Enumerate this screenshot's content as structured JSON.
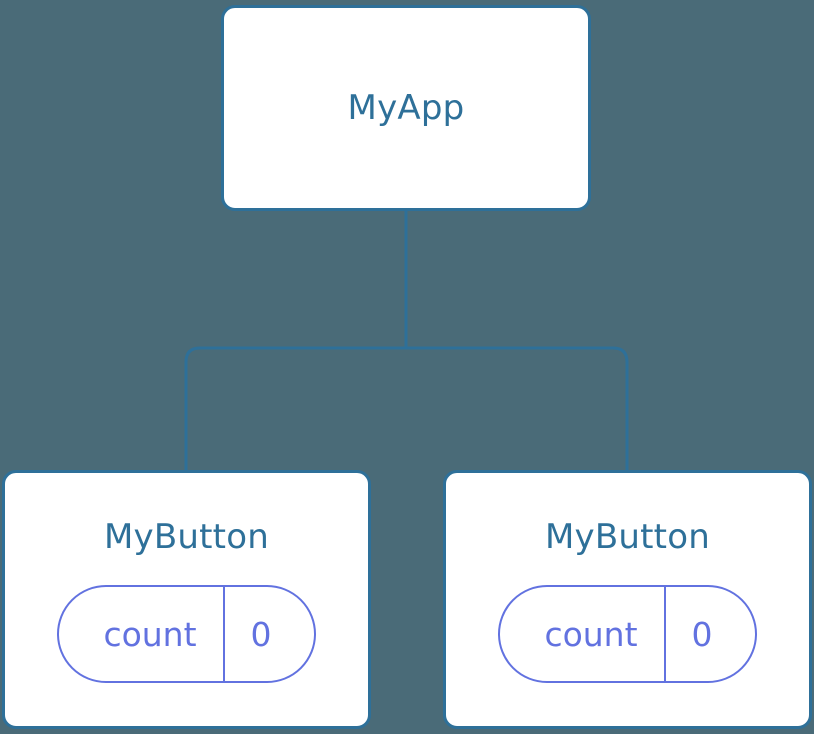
{
  "diagram": {
    "type": "component-tree",
    "background_color": "#4a6b78",
    "edge_color": "#2e7099",
    "node_border_color": "#2e7099",
    "node_fill_color": "#ffffff",
    "title_color": "#2e7099",
    "pill_color": "#6272e0"
  },
  "root": {
    "name": "MyApp"
  },
  "children": [
    {
      "name": "MyButton",
      "state": {
        "key": "count",
        "value": "0"
      }
    },
    {
      "name": "MyButton",
      "state": {
        "key": "count",
        "value": "0"
      }
    }
  ]
}
